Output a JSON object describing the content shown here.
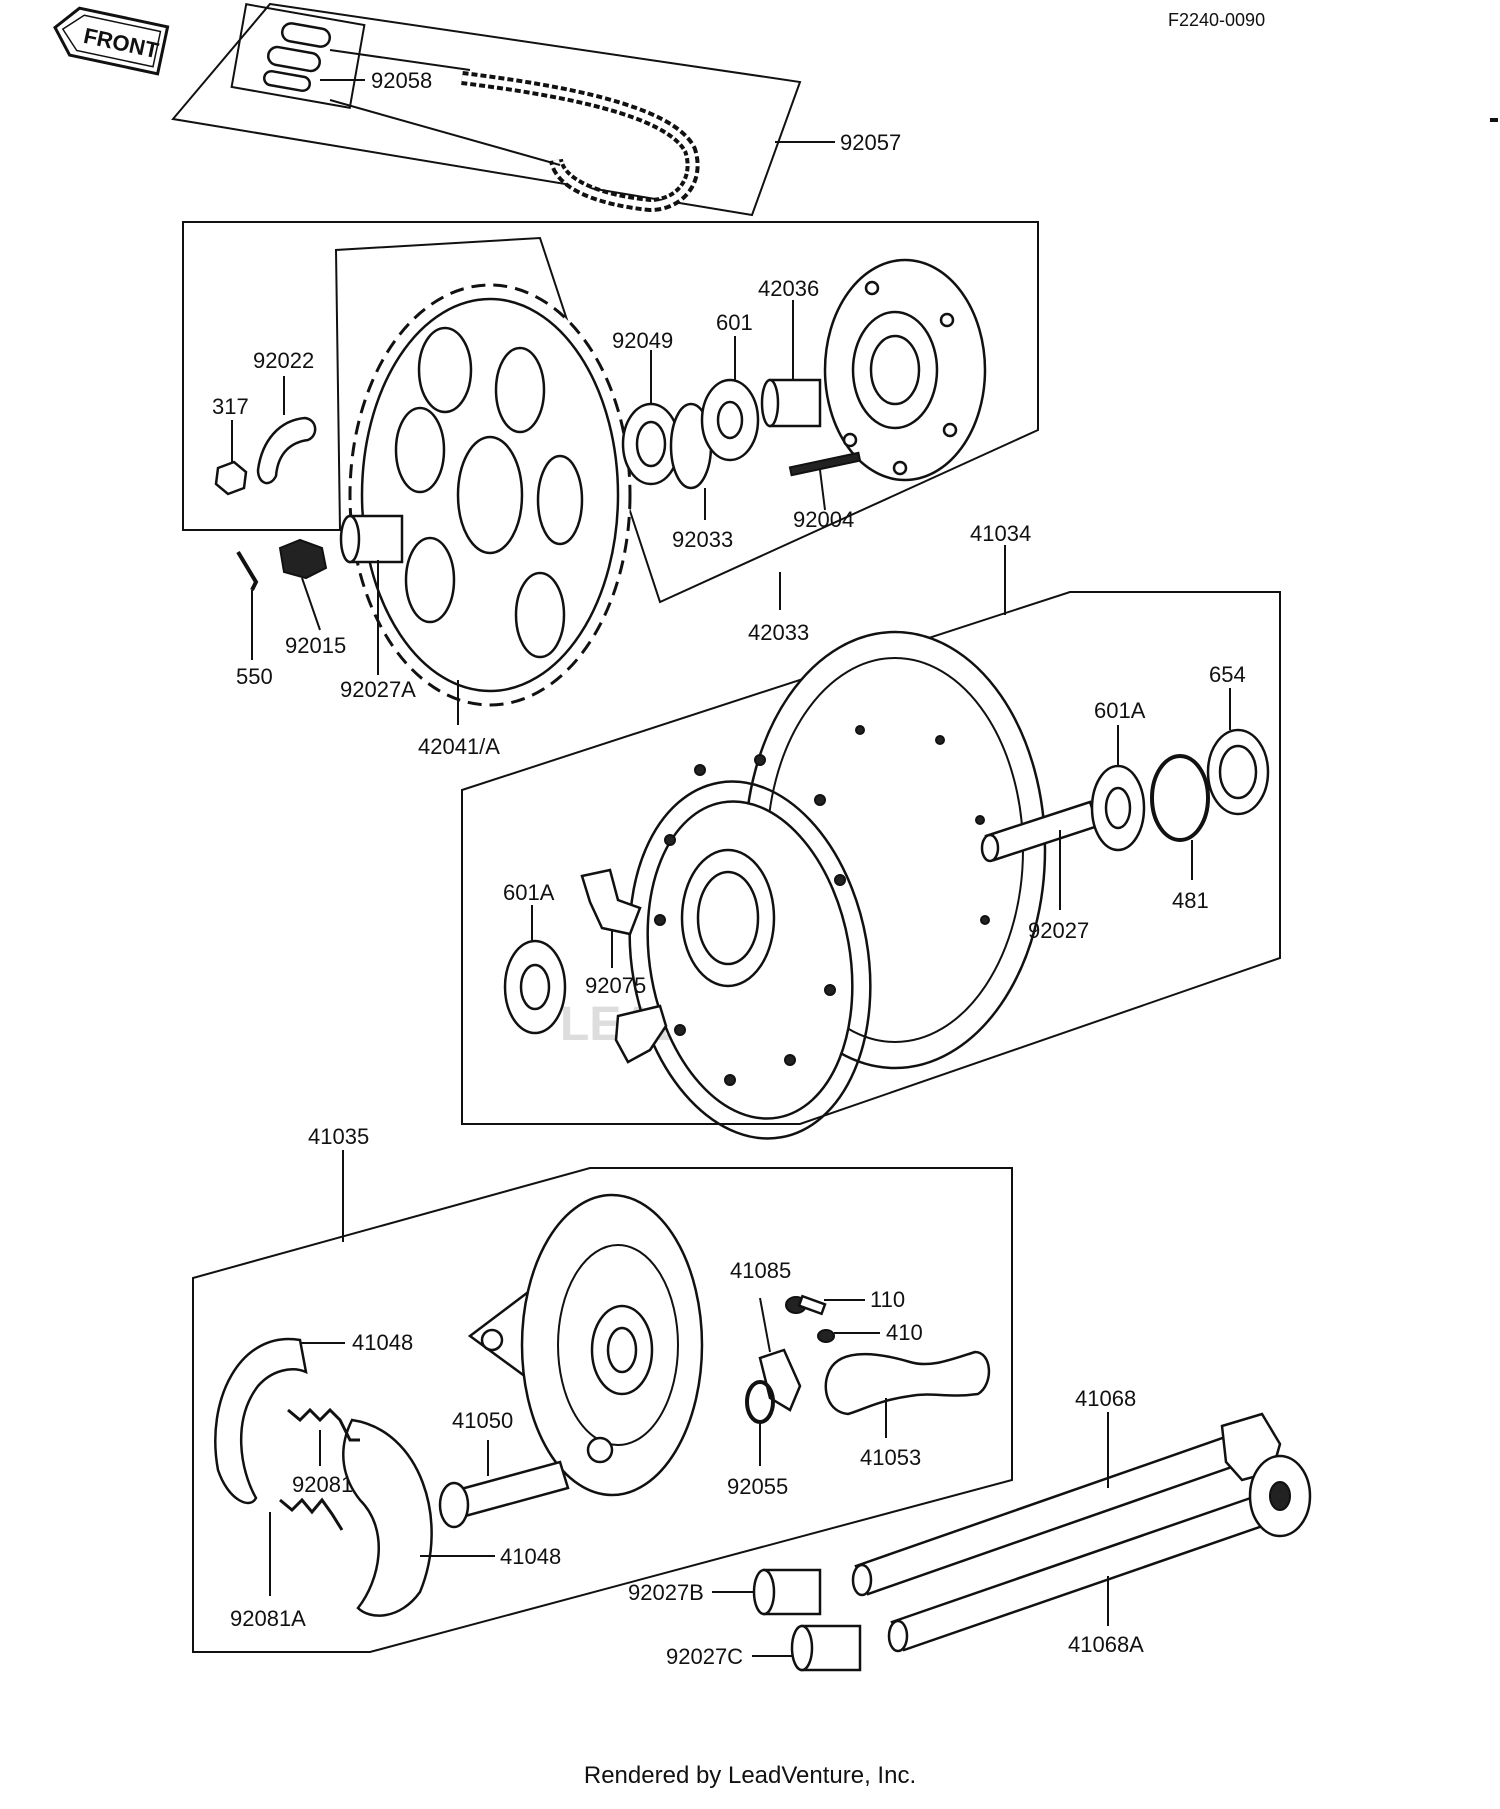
{
  "diagram_code": "F2240-0090",
  "front_arrow_label": "FRONT",
  "footer": "Rendered by LeadVenture, Inc.",
  "watermark": "LEADVENTURE",
  "parts": {
    "p92058": "92058",
    "p92057": "92057",
    "p92022": "92022",
    "p317": "317",
    "p92049": "92049",
    "p601": "601",
    "p42036": "42036",
    "p92033": "92033",
    "p92004": "92004",
    "p41034": "41034",
    "p550": "550",
    "p92015": "92015",
    "p92027A": "92027A",
    "p42041A": "42041/A",
    "p42033": "42033",
    "p654": "654",
    "p601A_r": "601A",
    "p601A_l": "601A",
    "p92027": "92027",
    "p481": "481",
    "p92075": "92075",
    "p41035": "41035",
    "p41085": "41085",
    "p110": "110",
    "p410": "410",
    "p41048_t": "41048",
    "p41050": "41050",
    "p92081": "92081",
    "p41053": "41053",
    "p92055": "92055",
    "p41068": "41068",
    "p41048_b": "41048",
    "p92027B": "92027B",
    "p92081A": "92081A",
    "p92027C": "92027C",
    "p41068A": "41068A"
  }
}
